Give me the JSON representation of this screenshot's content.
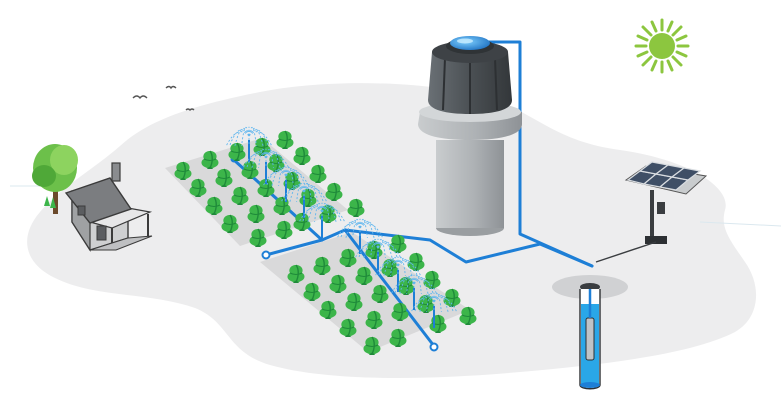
{
  "scene": {
    "components": [
      {
        "id": "farmhouse",
        "icon": "house-icon"
      },
      {
        "id": "tree",
        "icon": "tree-icon"
      },
      {
        "id": "birds",
        "icon": "bird-icon"
      },
      {
        "id": "crop-field-upper",
        "icon": "plant-icon"
      },
      {
        "id": "crop-field-lower",
        "icon": "plant-icon"
      },
      {
        "id": "sprinklers",
        "icon": "sprinkler-icon"
      },
      {
        "id": "water-storage-tank",
        "icon": "tank-icon"
      },
      {
        "id": "solar-panel",
        "icon": "solar-panel-icon"
      },
      {
        "id": "sun",
        "icon": "sun-icon"
      },
      {
        "id": "borewell-pump",
        "icon": "pump-icon"
      }
    ],
    "colors": {
      "ground": "#ededee",
      "field": "#d9d9da",
      "pipe": "#1e7fd6",
      "plant": "#3cb54a",
      "plant_dark": "#1f8a3a",
      "sun": "#8cc63f",
      "tank_body": "#b8bcbf",
      "tank_top": "#4d5256",
      "water": "#2aa7e8",
      "solar_panel": "#3f4f66"
    }
  }
}
